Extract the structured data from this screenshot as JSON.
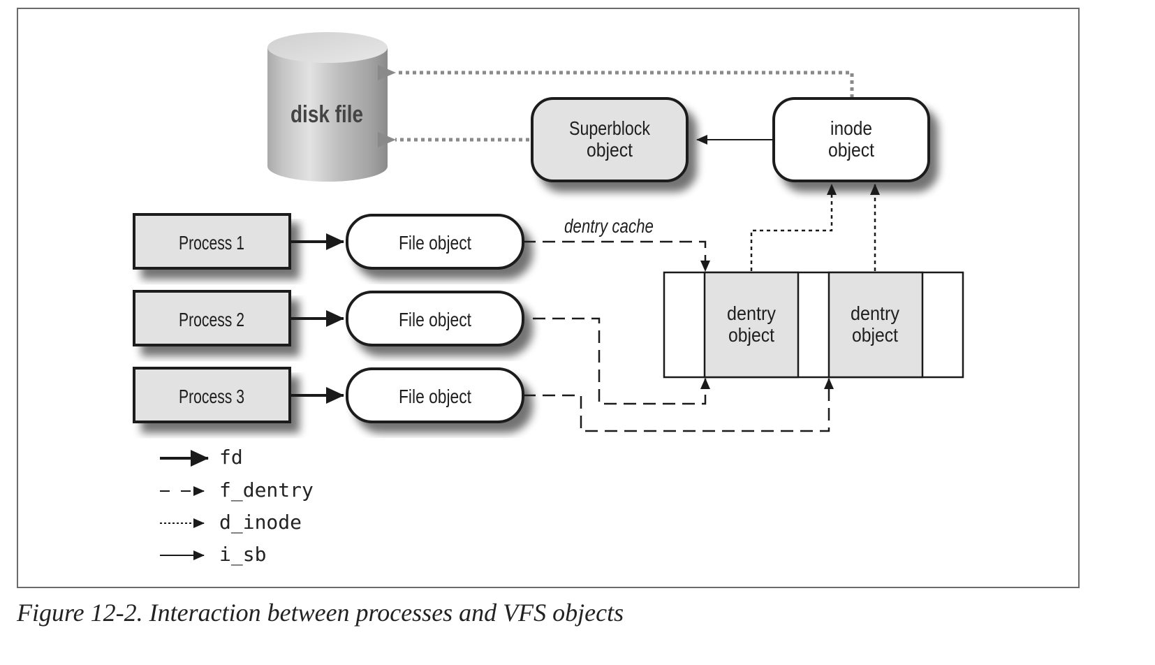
{
  "figure": {
    "caption": "Figure 12-2. Interaction between processes and VFS objects"
  },
  "nodes": {
    "disk_file": {
      "label": "disk file"
    },
    "superblock": {
      "line1": "Superblock",
      "line2": "object"
    },
    "inode": {
      "line1": "inode",
      "line2": "object"
    },
    "processes": [
      {
        "label": "Process 1"
      },
      {
        "label": "Process 2"
      },
      {
        "label": "Process 3"
      }
    ],
    "file_objects": [
      {
        "label": "File object"
      },
      {
        "label": "File object"
      },
      {
        "label": "File object"
      }
    ],
    "dentry_cache": {
      "label": "dentry cache",
      "dentries": [
        {
          "line1": "dentry",
          "line2": "object"
        },
        {
          "line1": "dentry",
          "line2": "object"
        }
      ]
    }
  },
  "legend": [
    {
      "style": "solid-thick",
      "label": "fd"
    },
    {
      "style": "dashed",
      "label": "f_dentry"
    },
    {
      "style": "dotted",
      "label": "d_inode"
    },
    {
      "style": "solid-thin",
      "label": "i_sb"
    }
  ],
  "colors": {
    "box_fill": "#e2e2e2",
    "stroke": "#1a1a1a",
    "disk_arrow": "#8a8a8a",
    "disk_text": "#444444"
  }
}
